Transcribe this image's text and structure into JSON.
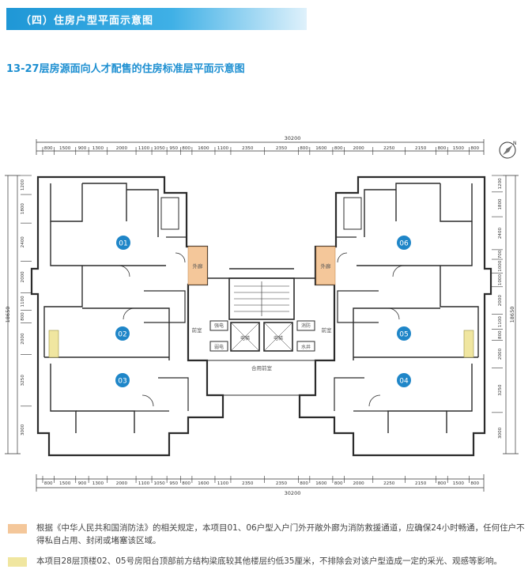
{
  "header": {
    "title": "（四）住房户型平面示意图"
  },
  "plan_title": "13-27层房源面向人才配售的住房标准层平面示意图",
  "dimensions": {
    "total": "30200",
    "top_segments": [
      "800",
      "1500",
      "900",
      "1300",
      "2000",
      "1100",
      "1050",
      "950",
      "800",
      "1600",
      "1100",
      "2350",
      "2350",
      "800",
      "1600",
      "800",
      "2000",
      "2250",
      "2150",
      "800",
      "1500",
      "800"
    ],
    "left_segments": [
      "1200",
      "1800",
      "2400",
      "2000",
      "1100",
      "800",
      "2000",
      "3250",
      "3000"
    ],
    "left_total": "18650",
    "right_segments": [
      "1200",
      "1800",
      "2400",
      "700",
      "1000",
      "1000",
      "2000",
      "1100",
      "800",
      "2000",
      "3250",
      "3000"
    ],
    "right_total": "18650"
  },
  "units": [
    {
      "id": "01"
    },
    {
      "id": "02"
    },
    {
      "id": "03"
    },
    {
      "id": "04"
    },
    {
      "id": "05"
    },
    {
      "id": "06"
    }
  ],
  "rooms": {
    "corridor_left": "外廊",
    "corridor_right": "外廊",
    "front_room_left": "前室",
    "front_room_right": "前室",
    "shared_front_room": "合用前室",
    "strong_current": "强电",
    "weak_current": "弱电",
    "fire_hydrant": "消防",
    "water_well": "水井",
    "elevator_1": "电梯",
    "elevator_2": "电梯"
  },
  "colors": {
    "corridor": "#f4c79a",
    "balcony": "#f0e6a0",
    "unit_badge": "#1f86c8",
    "header": "#2aa3dd"
  },
  "legend": [
    {
      "text": "根据《中华人民共和国消防法》的相关规定，本项目01、06户型入户门外开敞外廊为消防救援通道，应确保24小时畅通，任何住户不得私自占用、封闭或堵塞该区域。"
    },
    {
      "text": "本项目28层顶楼02、05号房阳台顶部前方结构梁底较其他楼层约低35厘米，不排除会对该户型造成一定的采光、观感等影响。"
    }
  ],
  "compass": {
    "label": "N"
  }
}
